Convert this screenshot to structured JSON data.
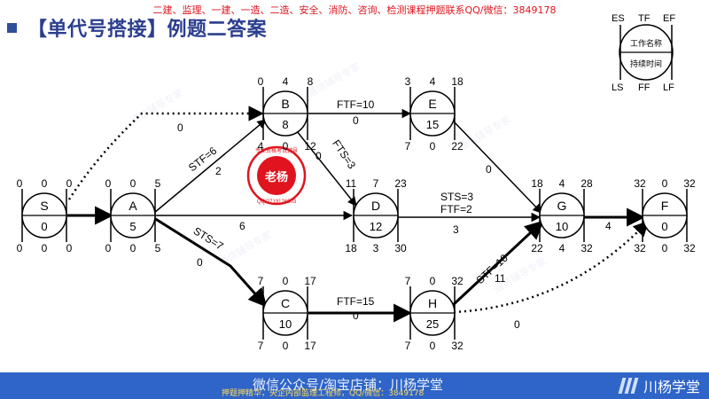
{
  "header": {
    "top_note": "二建、监理、一建、一造、二造、安全、消防、咨询、检测课程押题联系QQ/微信：3849178",
    "title": "【单代号搭接】例题二答案"
  },
  "legend": {
    "es": "ES",
    "tf": "TF",
    "ef": "EF",
    "ls": "LS",
    "ff": "FF",
    "lf": "LF",
    "name": "工作名称",
    "duration": "持续时间"
  },
  "nodes": {
    "S": {
      "name": "S",
      "dur": "0",
      "es": "0",
      "tf": "0",
      "ef": "0",
      "ls": "0",
      "ff": "0",
      "lf": "0"
    },
    "A": {
      "name": "A",
      "dur": "5",
      "es": "0",
      "tf": "0",
      "ef": "5",
      "ls": "0",
      "ff": "0",
      "lf": "5"
    },
    "B": {
      "name": "B",
      "dur": "8",
      "es": "0",
      "tf": "4",
      "ef": "8",
      "ls": "4",
      "ff": "0",
      "lf": "12"
    },
    "C": {
      "name": "C",
      "dur": "10",
      "es": "7",
      "tf": "0",
      "ef": "17",
      "ls": "7",
      "ff": "0",
      "lf": "17"
    },
    "D": {
      "name": "D",
      "dur": "12",
      "es": "11",
      "tf": "7",
      "ef": "23",
      "ls": "18",
      "ff": "3",
      "lf": "30"
    },
    "E": {
      "name": "E",
      "dur": "15",
      "es": "3",
      "tf": "4",
      "ef": "18",
      "ls": "7",
      "ff": "0",
      "lf": "22"
    },
    "H": {
      "name": "H",
      "dur": "25",
      "es": "7",
      "tf": "0",
      "ef": "32",
      "ls": "7",
      "ff": "0",
      "lf": "32"
    },
    "G": {
      "name": "G",
      "dur": "10",
      "es": "18",
      "tf": "4",
      "ef": "28",
      "ls": "22",
      "ff": "4",
      "lf": "32"
    },
    "F": {
      "name": "F",
      "dur": "0",
      "es": "32",
      "tf": "0",
      "ef": "32",
      "ls": "32",
      "ff": "0",
      "lf": "32"
    }
  },
  "links": {
    "S_B_lag": "0",
    "A_B_rel": "STF=6",
    "A_B_lag": "2",
    "A_D_lag": "6",
    "A_C_rel": "STS=7",
    "A_C_lag": "0",
    "B_E_rel": "FTF=10",
    "B_E_lag": "0",
    "B_D_rel": "FTS=3",
    "B_D_lag": "0",
    "D_G_rel1": "STS=3",
    "D_G_rel2": "FTF=2",
    "D_G_lag": "3",
    "E_G_lag": "0",
    "C_H_rel": "FTF=15",
    "C_H_lag": "0",
    "H_G_rel": "STF=10",
    "H_G_lag": "11",
    "H_F_lag": "0",
    "G_F_lag": "4"
  },
  "stamp": {
    "top": "专业资格考试辅导",
    "center": "老杨",
    "bottom": "QQ/2719126303"
  },
  "footer": {
    "text": "微信公众号/淘宝店铺：川杨学堂",
    "note": "押题押精华，央企内部监理工程师，QQ/微信：3849178",
    "brand": "川杨学堂"
  }
}
